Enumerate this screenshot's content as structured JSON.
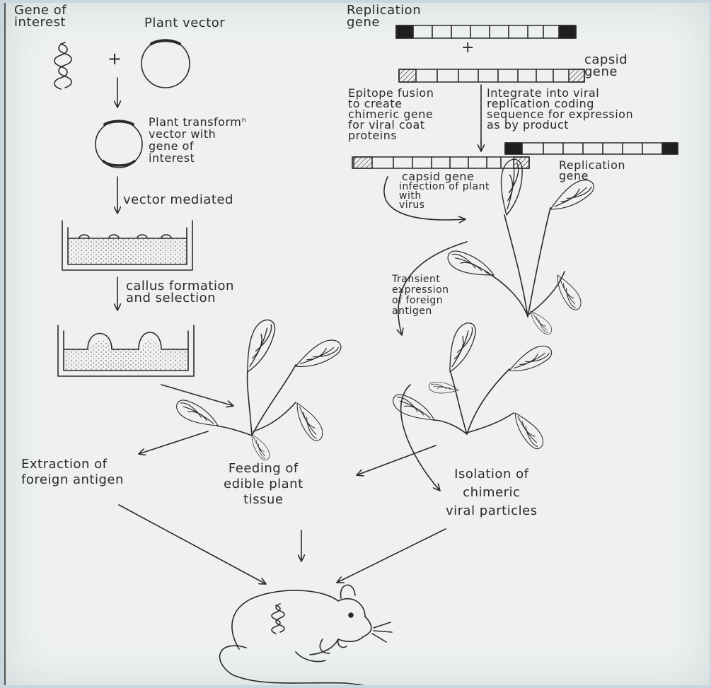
{
  "labels": {
    "gene_of_interest": "Gene of\ninterest",
    "plant_vector": "Plant vector",
    "plus_left": "+",
    "plant_transform_vector": "Plant transformⁿ\nvector with\ngene of\ninterest",
    "vector_mediated": "vector mediated",
    "callus_formation": "callus formation\nand selection",
    "replication_gene_top": "Replication\ngene",
    "plus_right": "+",
    "capsid_gene_top": "capsid\ngene",
    "epitope_fusion": "Epitope fusion\nto create\nchimeric gene\nfor viral coat\nproteins",
    "integrate": "Integrate into viral\nreplication coding\nsequence for expression\nas by product",
    "capsid_gene_bottom": "capsid gene",
    "replication_gene_bottom": "Replication\ngene",
    "infection": "infection of plant\nwith\nvirus",
    "transient_expression": "Transient\nexpression\nof foreign\nantigen",
    "extraction": "Extraction of\nforeign antigen",
    "feeding": "Feeding of\nedible plant\ntissue",
    "isolation": "Isolation of\nchimeric\nviral particles"
  },
  "colors": {
    "ink": "#2a2a2a",
    "paper": "#eef1ef",
    "background": "#c9d6dd"
  }
}
